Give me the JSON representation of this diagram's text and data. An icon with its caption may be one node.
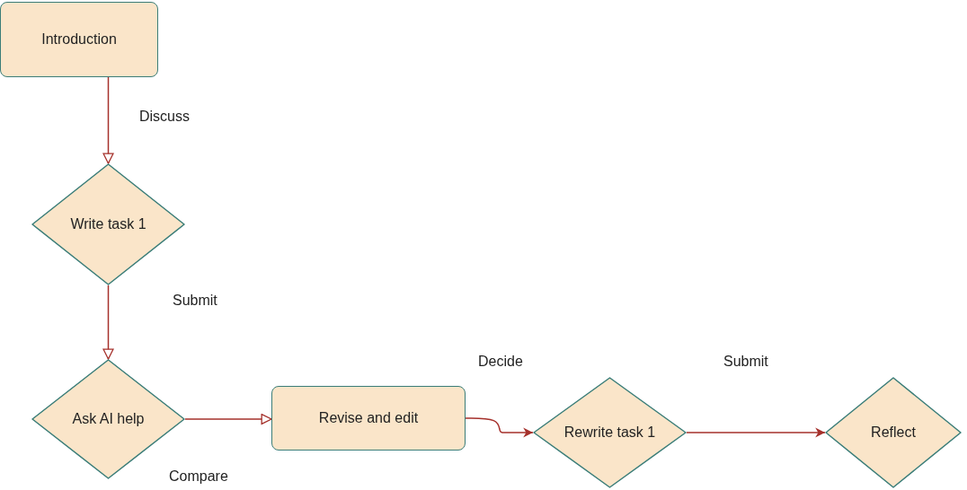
{
  "diagram": {
    "nodes": [
      {
        "text": [
          "Introduction"
        ]
      },
      {
        "text": [
          "Write task 1"
        ]
      },
      {
        "text": [
          "Ask AI help"
        ]
      },
      {
        "text": [
          "Revise and edit"
        ]
      },
      {
        "text": [
          "Rewrite task 1"
        ]
      },
      {
        "text": [
          "Reflect"
        ]
      }
    ],
    "edges": [
      {
        "from": 0,
        "to": 1,
        "arrow": "to",
        "label": "Discuss"
      },
      {
        "from": 1,
        "to": 2,
        "arrow": "to",
        "label": "Submit"
      },
      {
        "from": 2,
        "to": 3,
        "arrow": "to",
        "label": "Compare"
      },
      {
        "from": 3,
        "to": 4,
        "arrow": "to",
        "label": "Decide"
      },
      {
        "from": 4,
        "to": 5,
        "arrow": "to",
        "label": "Submit"
      }
    ]
  }
}
